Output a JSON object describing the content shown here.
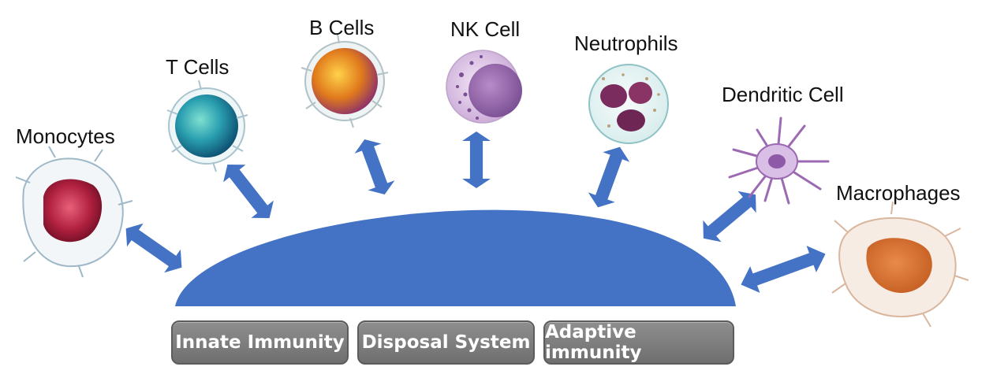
{
  "cells": {
    "monocytes": "Monocytes",
    "t_cells": "T Cells",
    "b_cells": "B Cells",
    "nk_cell": "NK Cell",
    "neutrophils": "Neutrophils",
    "dendritic_cell": "Dendritic Cell",
    "macrophages": "Macrophages"
  },
  "categories": {
    "innate": "Innate Immunity",
    "disposal": "Disposal System",
    "adaptive": "Adaptive immunity"
  },
  "colors": {
    "dome": "#4472c4",
    "arrow": "#4472c4",
    "pill": "#7f7f7f"
  },
  "icons": [
    "monocyte-cell-icon",
    "t-cell-icon",
    "b-cell-icon",
    "nk-cell-icon",
    "neutrophil-cell-icon",
    "dendritic-cell-icon",
    "macrophage-cell-icon",
    "double-arrow-icon"
  ]
}
